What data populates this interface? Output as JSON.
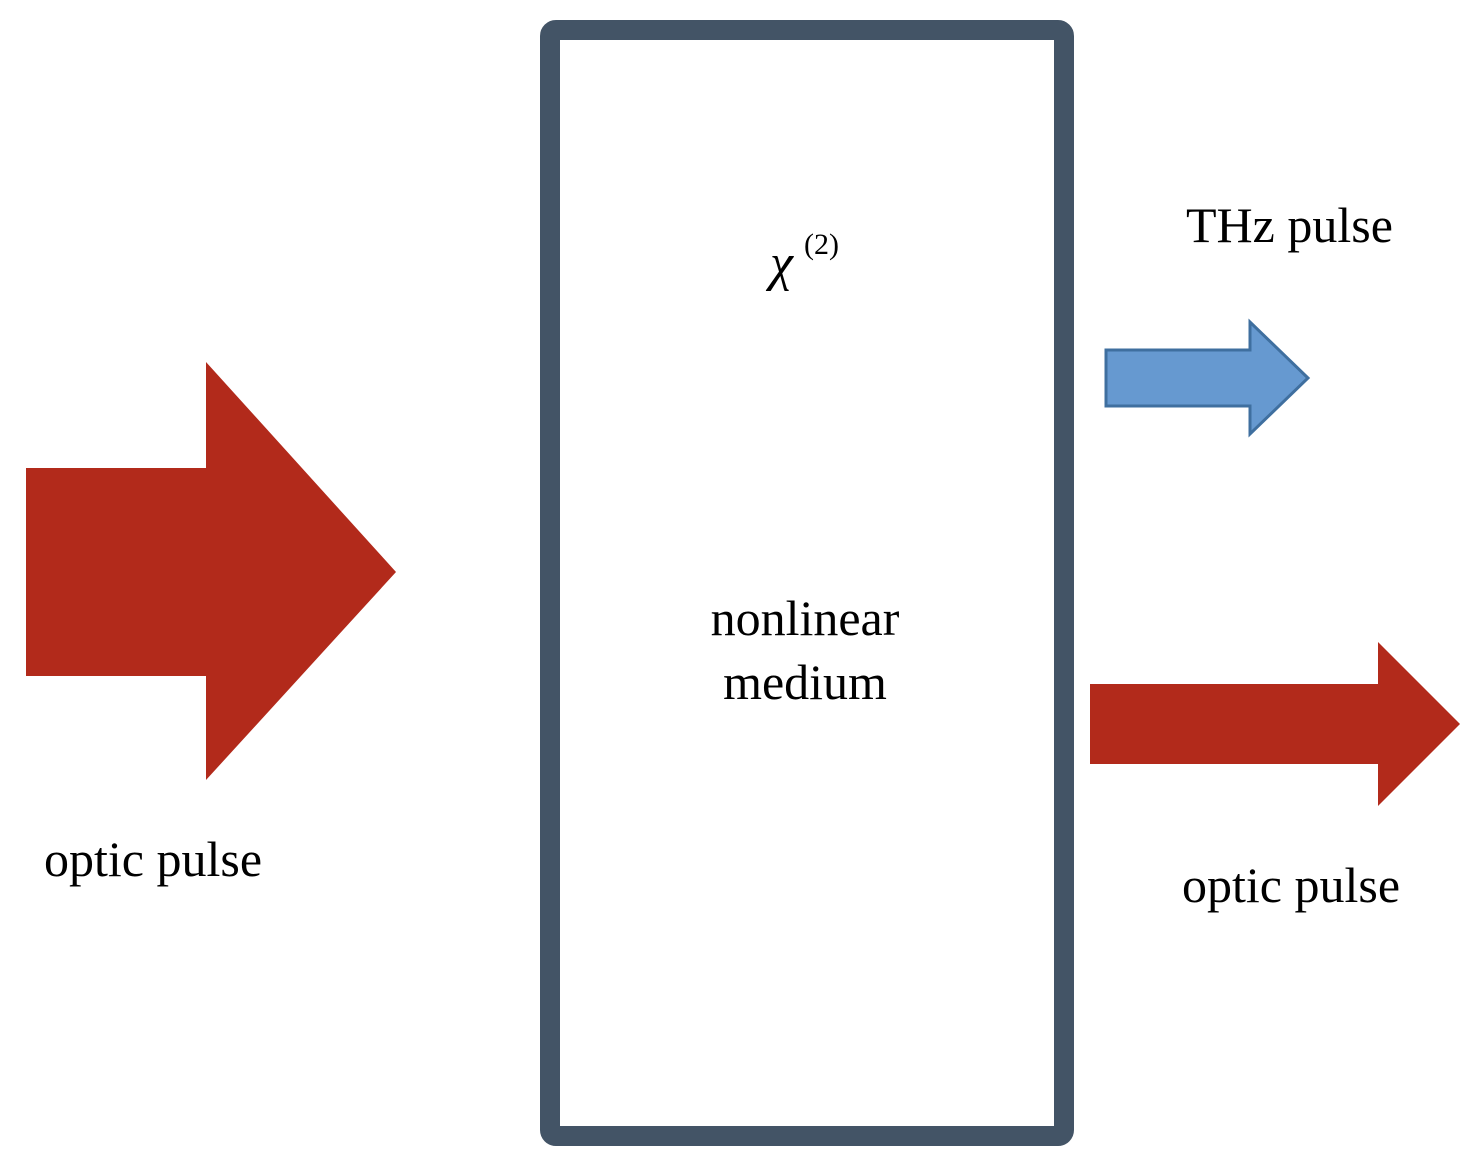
{
  "labels": {
    "input_pulse": "optic pulse",
    "output_pulse": "optic pulse",
    "thz_pulse": "THz pulse",
    "medium_line1": "nonlinear",
    "medium_line2": "medium",
    "susceptibility_symbol": "χ",
    "susceptibility_order": "(2)"
  },
  "colors": {
    "optic_arrow": "#b22a1b",
    "thz_arrow_fill": "#6699d0",
    "thz_arrow_stroke": "#3f6f9f",
    "medium_border": "#435466"
  }
}
